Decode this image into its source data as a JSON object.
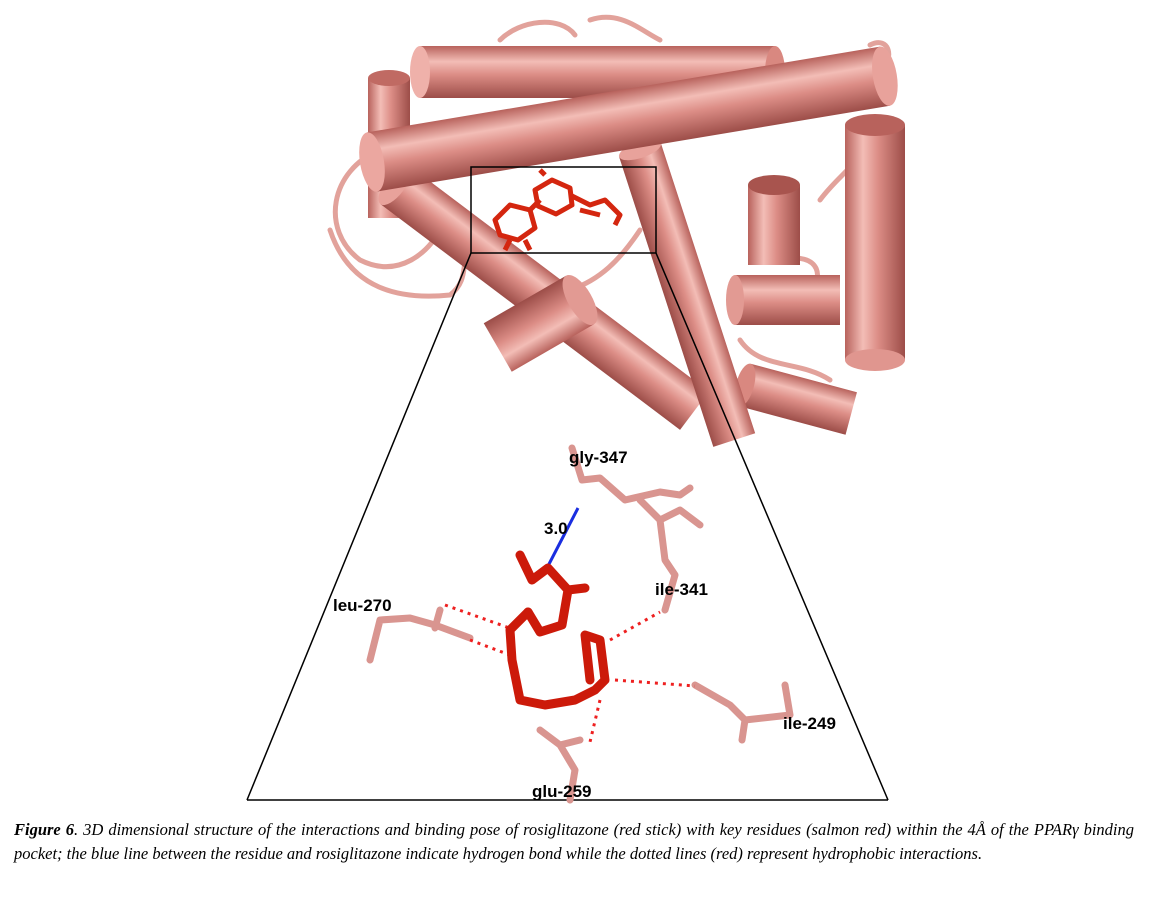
{
  "figure": {
    "number_label": "Figure 6",
    "caption": ". 3D dimensional structure of the interactions and binding pose of rosiglitazone (red stick) with key residues (salmon red) within the 4Å of the PPARγ binding pocket; the blue line between the residue and rosiglitazone indicate hydrogen bond while the dotted lines (red) represent hydrophobic interactions."
  },
  "labels": {
    "gly": "gly-347",
    "distance": "3.0",
    "leu": "leu-270",
    "ile341": "ile-341",
    "ile249": "ile-249",
    "glu": "glu-259"
  },
  "colors": {
    "protein": "#d98880",
    "ligand": "#cc1a0a",
    "hbond": "#1a2ee0",
    "hydrophobic": "#ee2020"
  }
}
